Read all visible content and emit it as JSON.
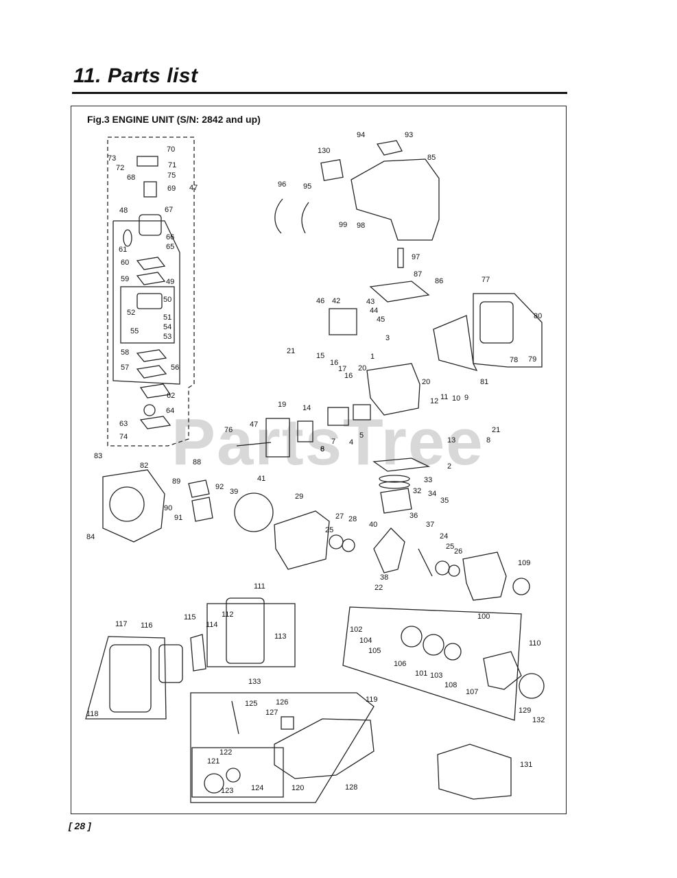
{
  "header": {
    "section_title": "11. Parts list"
  },
  "figure": {
    "caption": "Fig.3 ENGINE UNIT  (S/N: 2842 and up)"
  },
  "watermark": "PartsTree",
  "footer": {
    "page_number": "[ 28 ]"
  },
  "callouts": [
    {
      "n": "1"
    },
    {
      "n": "2"
    },
    {
      "n": "3"
    },
    {
      "n": "4"
    },
    {
      "n": "5"
    },
    {
      "n": "6"
    },
    {
      "n": "7"
    },
    {
      "n": "8"
    },
    {
      "n": "8"
    },
    {
      "n": "9"
    },
    {
      "n": "10"
    },
    {
      "n": "11"
    },
    {
      "n": "12"
    },
    {
      "n": "13"
    },
    {
      "n": "14"
    },
    {
      "n": "15"
    },
    {
      "n": "16"
    },
    {
      "n": "16"
    },
    {
      "n": "17"
    },
    {
      "n": "19"
    },
    {
      "n": "20"
    },
    {
      "n": "20"
    },
    {
      "n": "21"
    },
    {
      "n": "21"
    },
    {
      "n": "22"
    },
    {
      "n": "24"
    },
    {
      "n": "25"
    },
    {
      "n": "25"
    },
    {
      "n": "26"
    },
    {
      "n": "27"
    },
    {
      "n": "28"
    },
    {
      "n": "29"
    },
    {
      "n": "32"
    },
    {
      "n": "33"
    },
    {
      "n": "34"
    },
    {
      "n": "35"
    },
    {
      "n": "36"
    },
    {
      "n": "37"
    },
    {
      "n": "38"
    },
    {
      "n": "39"
    },
    {
      "n": "40"
    },
    {
      "n": "41"
    },
    {
      "n": "42"
    },
    {
      "n": "43"
    },
    {
      "n": "44"
    },
    {
      "n": "45"
    },
    {
      "n": "46"
    },
    {
      "n": "47"
    },
    {
      "n": "47"
    },
    {
      "n": "48"
    },
    {
      "n": "49"
    },
    {
      "n": "50"
    },
    {
      "n": "51"
    },
    {
      "n": "52"
    },
    {
      "n": "53"
    },
    {
      "n": "54"
    },
    {
      "n": "55"
    },
    {
      "n": "56"
    },
    {
      "n": "57"
    },
    {
      "n": "58"
    },
    {
      "n": "59"
    },
    {
      "n": "60"
    },
    {
      "n": "61"
    },
    {
      "n": "62"
    },
    {
      "n": "63"
    },
    {
      "n": "64"
    },
    {
      "n": "65"
    },
    {
      "n": "66"
    },
    {
      "n": "67"
    },
    {
      "n": "68"
    },
    {
      "n": "69"
    },
    {
      "n": "70"
    },
    {
      "n": "71"
    },
    {
      "n": "72"
    },
    {
      "n": "73"
    },
    {
      "n": "74"
    },
    {
      "n": "75"
    },
    {
      "n": "76"
    },
    {
      "n": "77"
    },
    {
      "n": "78"
    },
    {
      "n": "79"
    },
    {
      "n": "80"
    },
    {
      "n": "81"
    },
    {
      "n": "82"
    },
    {
      "n": "83"
    },
    {
      "n": "84"
    },
    {
      "n": "85"
    },
    {
      "n": "86"
    },
    {
      "n": "87"
    },
    {
      "n": "88"
    },
    {
      "n": "89"
    },
    {
      "n": "90"
    },
    {
      "n": "91"
    },
    {
      "n": "92"
    },
    {
      "n": "93"
    },
    {
      "n": "94"
    },
    {
      "n": "95"
    },
    {
      "n": "96"
    },
    {
      "n": "97"
    },
    {
      "n": "98"
    },
    {
      "n": "99"
    },
    {
      "n": "100"
    },
    {
      "n": "101"
    },
    {
      "n": "102"
    },
    {
      "n": "103"
    },
    {
      "n": "104"
    },
    {
      "n": "105"
    },
    {
      "n": "106"
    },
    {
      "n": "107"
    },
    {
      "n": "108"
    },
    {
      "n": "109"
    },
    {
      "n": "110"
    },
    {
      "n": "111"
    },
    {
      "n": "112"
    },
    {
      "n": "113"
    },
    {
      "n": "114"
    },
    {
      "n": "115"
    },
    {
      "n": "116"
    },
    {
      "n": "117"
    },
    {
      "n": "118"
    },
    {
      "n": "119"
    },
    {
      "n": "120"
    },
    {
      "n": "121"
    },
    {
      "n": "122"
    },
    {
      "n": "123"
    },
    {
      "n": "124"
    },
    {
      "n": "125"
    },
    {
      "n": "126"
    },
    {
      "n": "127"
    },
    {
      "n": "128"
    },
    {
      "n": "129"
    },
    {
      "n": "130"
    },
    {
      "n": "131"
    },
    {
      "n": "132"
    },
    {
      "n": "133"
    }
  ]
}
